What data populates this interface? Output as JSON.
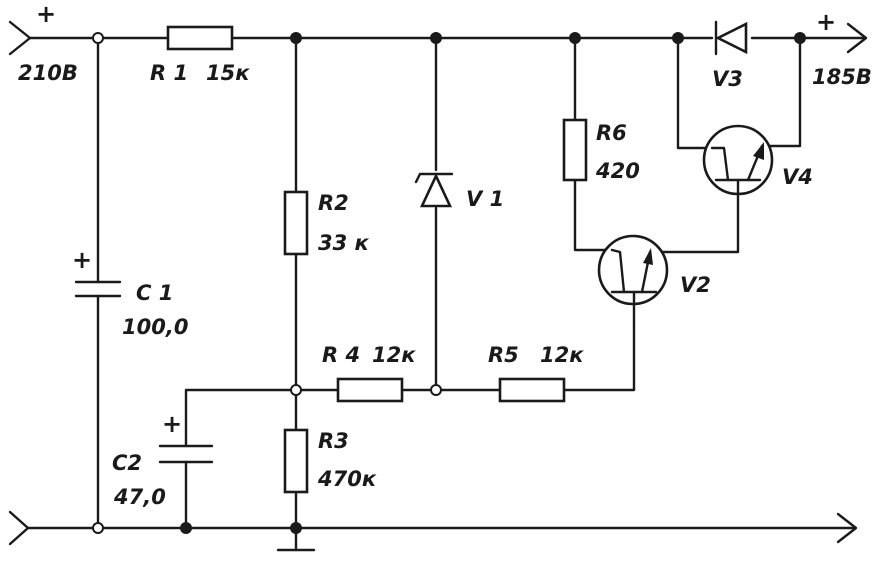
{
  "terminals": {
    "in_plus": "+",
    "in_voltage": "210В",
    "out_plus": "+",
    "out_voltage": "185В"
  },
  "components": {
    "r1": {
      "name": "R 1",
      "value": "15к"
    },
    "r2": {
      "name": "R2",
      "value": "33 к"
    },
    "r3": {
      "name": "R3",
      "value": "470к"
    },
    "r4": {
      "name": "R 4",
      "value": "12к"
    },
    "r5": {
      "name": "R5",
      "value": "12к"
    },
    "r6": {
      "name": "R6",
      "value": "420"
    },
    "c1": {
      "name": "С 1",
      "value": "100,0",
      "polarity": "+"
    },
    "c2": {
      "name": "С2",
      "value": "47,0",
      "polarity": "+"
    },
    "v1": {
      "name": "V 1"
    },
    "v2": {
      "name": "V2"
    },
    "v3": {
      "name": "V3"
    },
    "v4": {
      "name": "V4"
    }
  },
  "colors": {
    "ink": "#1a1a1a",
    "paper": "#ffffff"
  }
}
